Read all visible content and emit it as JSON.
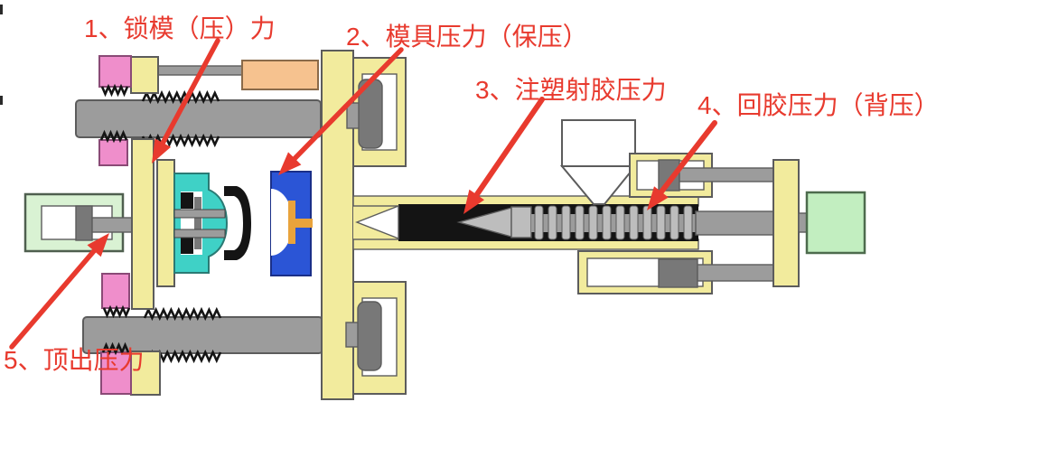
{
  "labels": {
    "clamp": "1、锁模（压）力",
    "mold": "2、模具压力（保压）",
    "injection": "3、注塑射胶压力",
    "back_pressure": "4、回胶压力（背压）",
    "eject": "5、顶出压力"
  },
  "colors": {
    "bg": "#ffffff",
    "red": "#e83a2e",
    "yellow": "#f2eb9d",
    "pink": "#ef8ecb",
    "orange": "#f6c28f",
    "teal": "#3fd1c6",
    "blue": "#2b55d6",
    "sprue": "#e9a33c",
    "green_pale": "#d9f2d3",
    "green_motor": "#c2eec0",
    "gray": "#9c9c9c",
    "gray_dark": "#787878",
    "gray_light": "#bdbdbd",
    "ink": "#141414",
    "outline": "#5c5c5c"
  }
}
